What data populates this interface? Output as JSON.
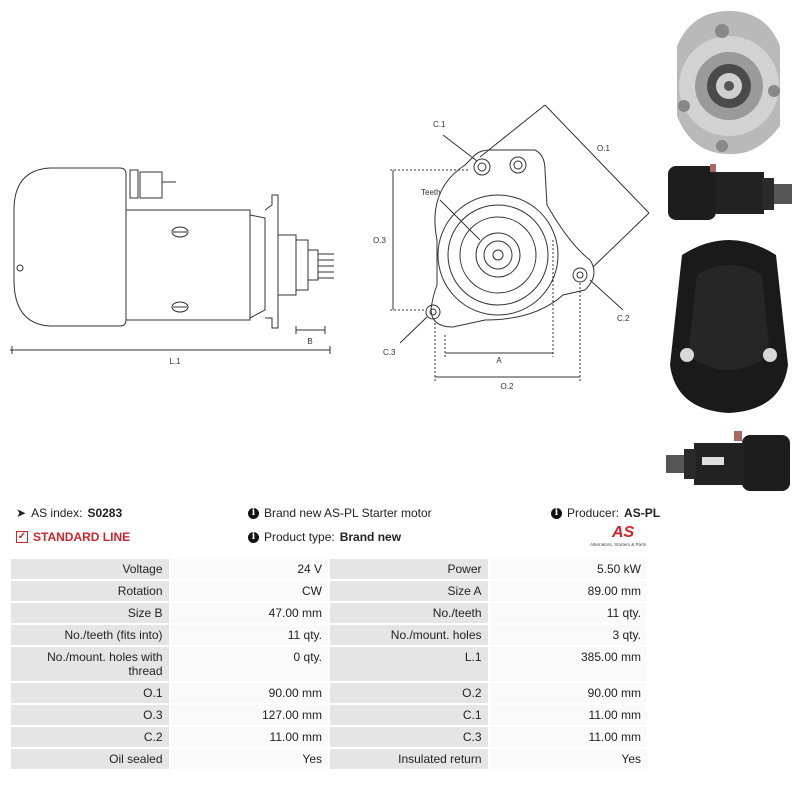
{
  "drawing_labels": {
    "l1": "L.1",
    "b": "B",
    "c1": "C.1",
    "o1": "O.1",
    "o3": "O.3",
    "teeth": "Teeth",
    "c2": "C.2",
    "c3": "C.3",
    "a": "A",
    "o2": "O.2"
  },
  "info": {
    "index_label": "AS index:",
    "index_value": "S0283",
    "standard_line": "STANDARD LINE",
    "description": "Brand new AS-PL Starter motor",
    "product_type_label": "Product type:",
    "product_type_value": "Brand new",
    "producer_label": "Producer:",
    "producer_value": "AS-PL",
    "logo_text": "AS",
    "logo_tagline": "Alternators, Starters & Parts"
  },
  "specs": [
    {
      "l1": "Voltage",
      "v1": "24 V",
      "l2": "Power",
      "v2": "5.50 kW"
    },
    {
      "l1": "Rotation",
      "v1": "CW",
      "l2": "Size A",
      "v2": "89.00 mm"
    },
    {
      "l1": "Size B",
      "v1": "47.00 mm",
      "l2": "No./teeth",
      "v2": "11 qty."
    },
    {
      "l1": "No./teeth (fits into)",
      "v1": "11 qty.",
      "l2": "No./mount. holes",
      "v2": "3 qty."
    },
    {
      "l1": "No./mount. holes with thread",
      "v1": "0 qty.",
      "l2": "L.1",
      "v2": "385.00 mm"
    },
    {
      "l1": "O.1",
      "v1": "90.00 mm",
      "l2": "O.2",
      "v2": "90.00 mm"
    },
    {
      "l1": "O.3",
      "v1": "127.00 mm",
      "l2": "C.1",
      "v2": "11.00 mm"
    },
    {
      "l1": "C.2",
      "v1": "11.00 mm",
      "l2": "C.3",
      "v2": "11.00 mm"
    },
    {
      "l1": "Oil sealed",
      "v1": "Yes",
      "l2": "Insulated return",
      "v2": "Yes"
    }
  ],
  "colors": {
    "accent": "#d2232a",
    "label_bg": "#e5e5e5",
    "value_bg": "#fafafa"
  }
}
